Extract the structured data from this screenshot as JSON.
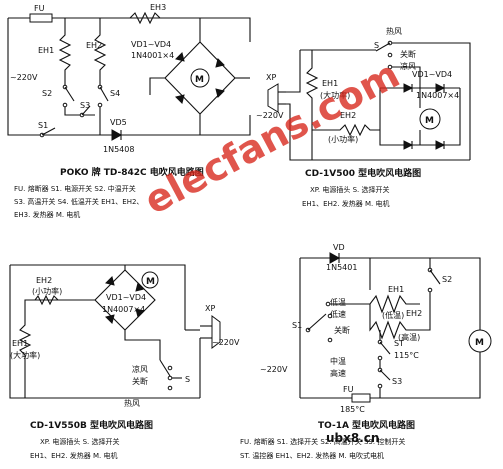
{
  "watermark": "elecfans.com",
  "footer_mark": "ubx8.cn",
  "panel1": {
    "fuse": "FU",
    "eh3": "EH3",
    "eh1": "EH1",
    "eh2": "EH2",
    "bridge": "VD1~VD4",
    "bridge_part": "1N4001×4",
    "mains": "~220V",
    "s1": "S1",
    "s2": "S2",
    "s3": "S3",
    "s4": "S4",
    "vd5": "VD5",
    "vd5_part": "1N5408",
    "motor": "M",
    "title": "POKO 牌 TD-842C 电吹风电路图",
    "legend": [
      "FU. 熔断器  S1. 电源开关  S2. 中温开关",
      "S3. 高温开关  S4. 低温开关  EH1、EH2、",
      "EH3. 发热器  M. 电机"
    ]
  },
  "panel2": {
    "hot": "热风",
    "s": "S",
    "off": "关断",
    "cool": "凉风",
    "xp": "XP",
    "eh1": "EH1",
    "eh1_note": "(大功率)",
    "mains": "~220V",
    "bridge": "VD1~VD4",
    "bridge_part": "1N4007×4",
    "eh2": "EH2",
    "eh2_note": "(小功率)",
    "motor": "M",
    "title": "CD-1V500 型电吹风电路图",
    "legend": [
      "XP. 电源插头  S. 选择开关",
      "EH1、EH2. 发热器  M. 电机"
    ]
  },
  "panel3": {
    "motor": "M",
    "eh2": "EH2",
    "eh2_note": "(小功率)",
    "bridge": "VD1~VD4",
    "bridge_part": "1N4007×4",
    "xp": "XP",
    "eh1": "EH1",
    "eh1_note": "(大功率)",
    "mains": "~220V",
    "cool": "凉风",
    "off": "关断",
    "hot": "热风",
    "s": "S",
    "title": "CD-1V550B 型电吹风电路图",
    "legend": [
      "XP. 电源插头  S. 选择开关",
      "EH1、EH2. 发热器  M. 电机"
    ]
  },
  "panel4": {
    "vd": "VD",
    "vd_part": "1N5401",
    "low": "低温",
    "low_speed": "低速",
    "off": "关断",
    "s1": "S1",
    "eh1": "EH1",
    "eh1_note": "(低温)",
    "eh2": "EH2",
    "eh2_note": "(高温)",
    "s2": "S2",
    "st": "ST",
    "st_temp": "115°C",
    "s3": "S3",
    "mid": "中温",
    "high_speed": "高速",
    "mains": "~220V",
    "fu": "FU",
    "fu_temp": "185°C",
    "motor": "M",
    "title": "TO-1A 型电吹风电路图",
    "legend": [
      "FU. 熔断器  S1. 选择开关  S2. 高温开关  S3. 控制开关",
      "ST. 温控器  EH1、EH2. 发热器  M. 电吹式电机"
    ]
  }
}
